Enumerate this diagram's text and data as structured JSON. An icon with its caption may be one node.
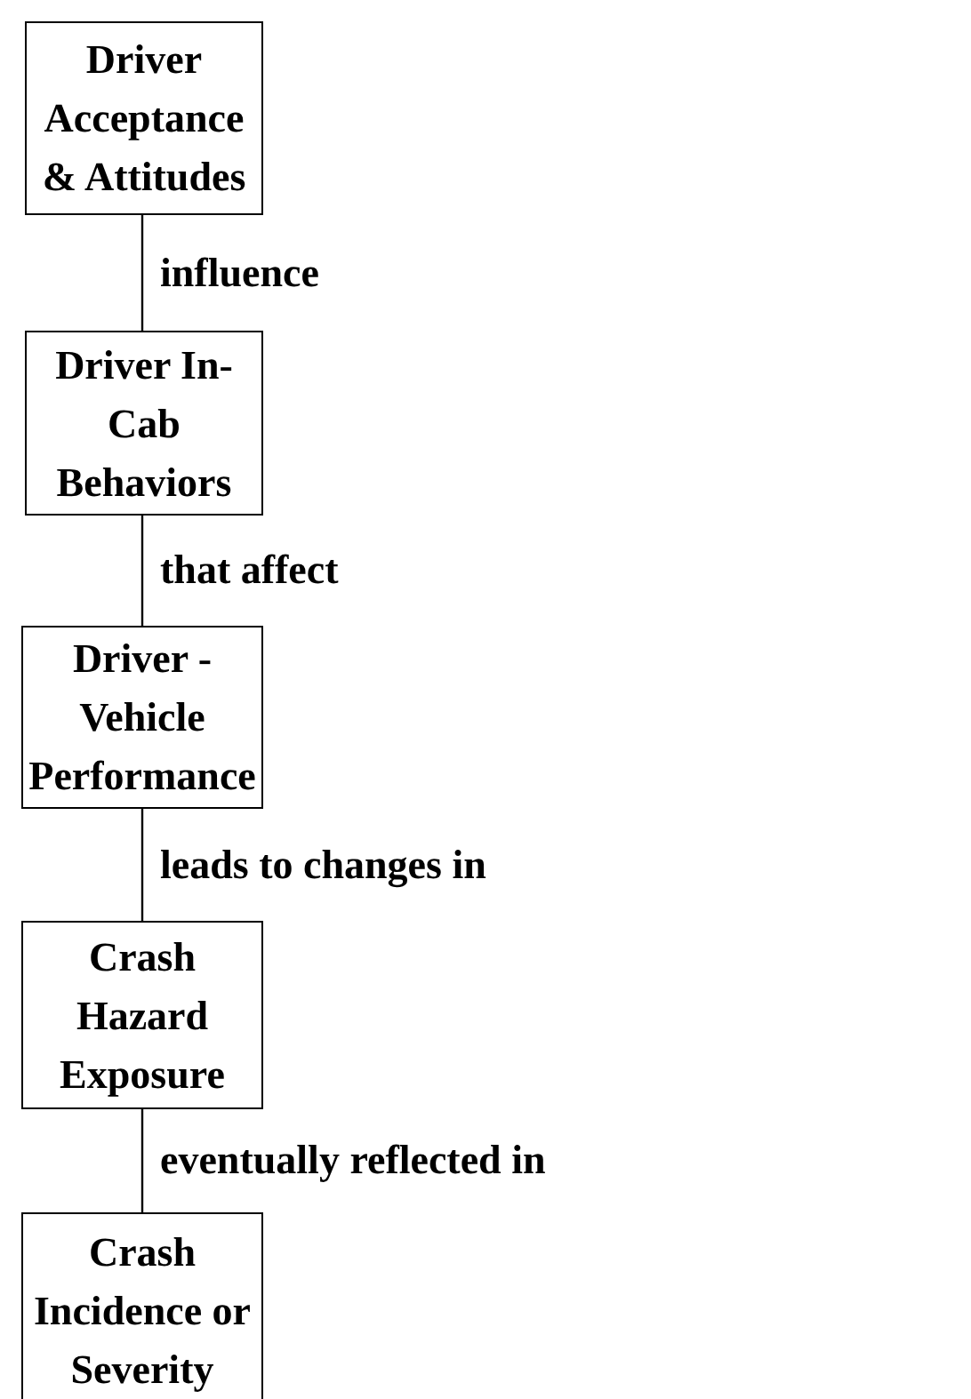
{
  "diagram": {
    "nodes": [
      {
        "text": [
          "Driver Acceptance & Attitudes"
        ]
      },
      {
        "text": [
          "Driver In-Cab Behaviors"
        ]
      },
      {
        "text": [
          "Driver -Vehicle Performance"
        ]
      },
      {
        "text": [
          "Crash Hazard Exposure"
        ]
      },
      {
        "text": [
          "Crash Incidence or Severity"
        ]
      }
    ],
    "edges": [
      {
        "from": 0,
        "to": 1,
        "arrow": "none",
        "label": "influence"
      },
      {
        "from": 1,
        "to": 2,
        "arrow": "none",
        "label": "that affect"
      },
      {
        "from": 2,
        "to": 3,
        "arrow": "none",
        "label": "leads to changes in"
      },
      {
        "from": 3,
        "to": 4,
        "arrow": "none",
        "label": "eventually reflected in"
      }
    ]
  }
}
